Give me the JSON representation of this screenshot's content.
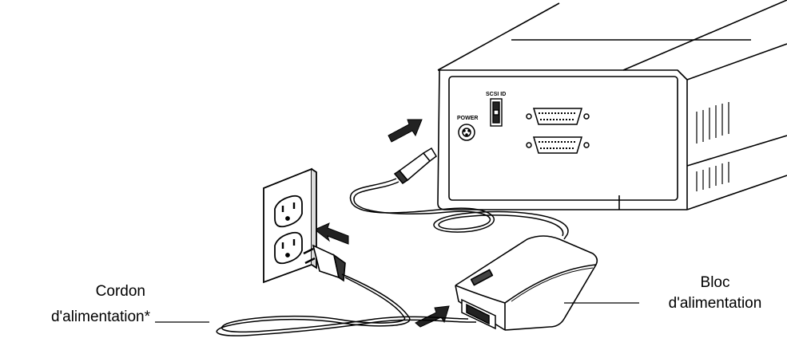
{
  "labels": {
    "cord_line1": "Cordon",
    "cord_line2": "d'alimentation*",
    "adapter_line1": "Bloc",
    "adapter_line2": "d'alimentation"
  },
  "device": {
    "power_label": "POWER",
    "scsi_label": "SCSI ID"
  },
  "icons": [
    "arrow-icon",
    "wall-outlet",
    "ac-plug",
    "dc-plug",
    "power-adapter",
    "external-drive"
  ],
  "colors": {
    "ink": "#000000",
    "paper": "#ffffff",
    "arrow": "#222222"
  }
}
